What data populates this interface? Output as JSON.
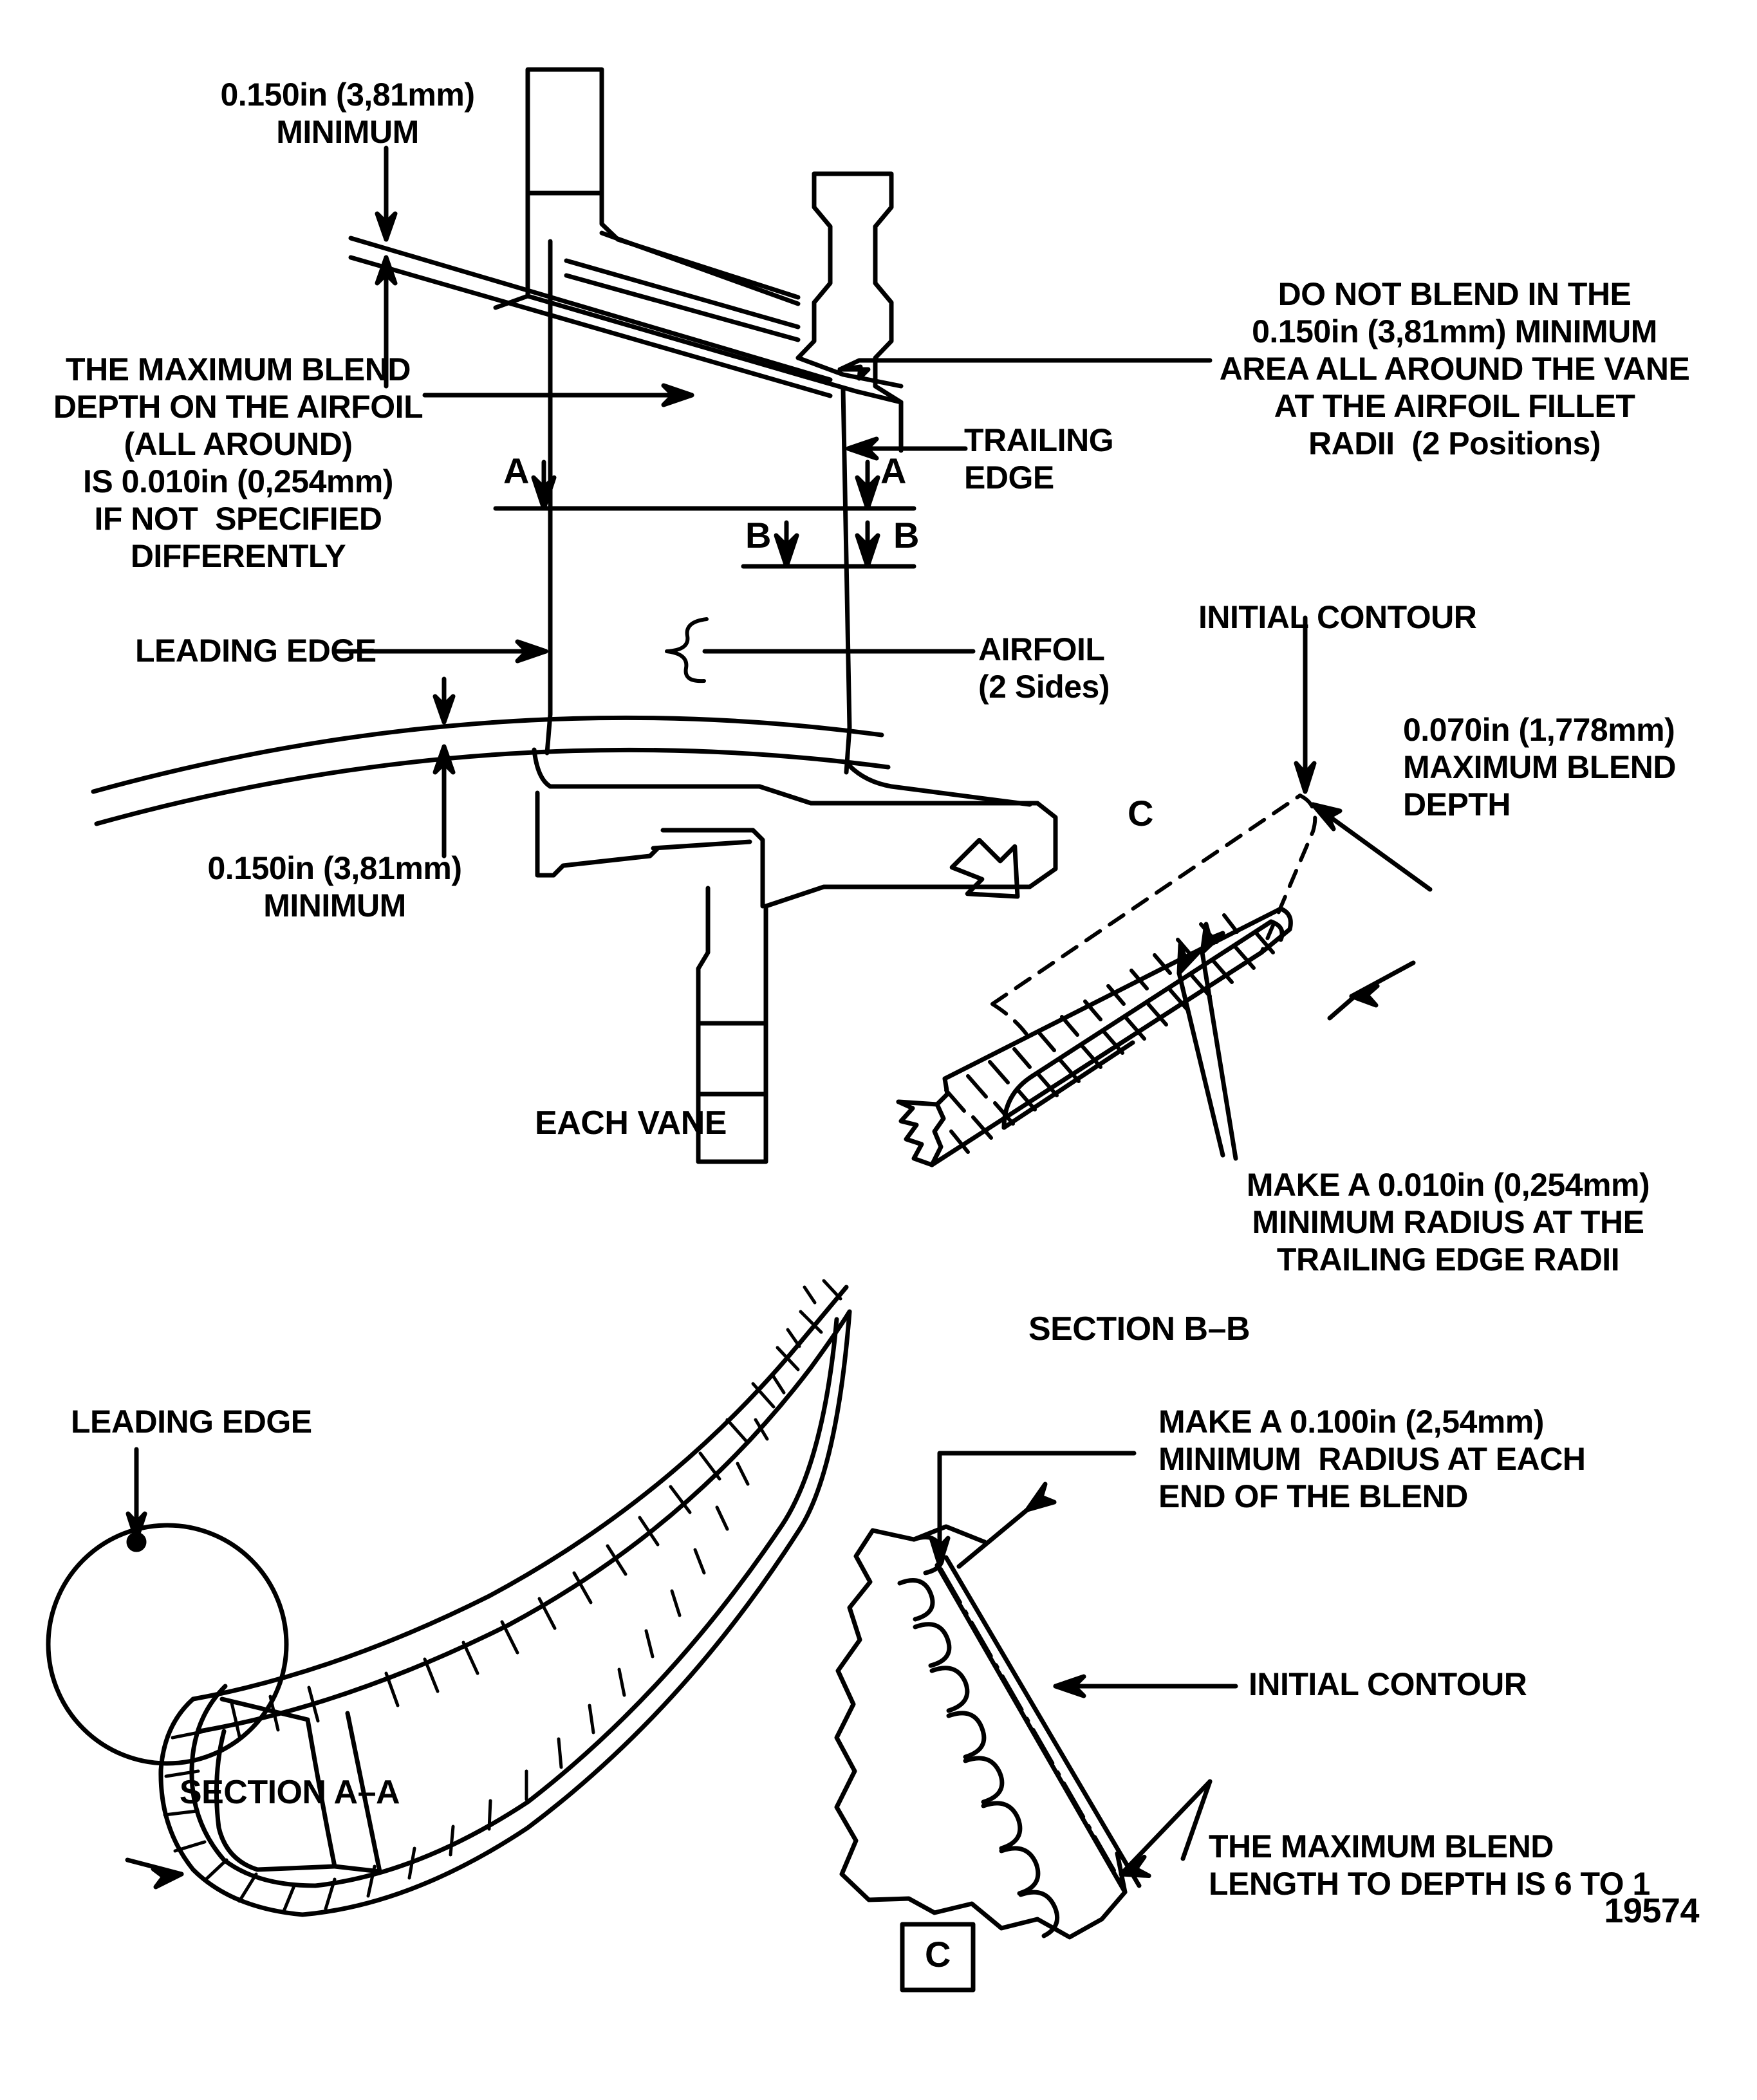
{
  "figure": {
    "number": "19574",
    "main_view_caption": "EACH VANE"
  },
  "notes": {
    "top_left_dim": "0.150in (3,81mm)\nMINIMUM",
    "max_blend_depth": "THE MAXIMUM BLEND\nDEPTH ON THE AIRFOIL\n(ALL AROUND)\nIS 0.010in (0,254mm)\nIF NOT  SPECIFIED\nDIFFERENTLY",
    "bottom_left_dim": "0.150in (3,81mm)\nMINIMUM",
    "do_not_blend": "DO NOT BLEND IN THE\n0.150in (3,81mm) MINIMUM\nAREA ALL AROUND THE VANE\nAT THE AIRFOIL FILLET\nRADII  (2 Positions)",
    "initial_contour_bb": "INITIAL CONTOUR",
    "max_blend_depth_070": "0.070in (1,778mm)\nMAXIMUM BLEND\nDEPTH",
    "te_radius": "MAKE A 0.010in (0,254mm)\nMINIMUM RADIUS AT THE\nTRAILING EDGE RADII",
    "blend_end_radius": "MAKE A 0.100in (2,54mm)\nMINIMUM  RADIUS AT EACH\nEND OF THE BLEND",
    "initial_contour_c": "INITIAL CONTOUR",
    "blend_ratio": "THE MAXIMUM BLEND\nLENGTH TO DEPTH IS 6 TO 1"
  },
  "callouts": {
    "leading_edge_main": "LEADING EDGE",
    "trailing_edge": "TRAILING\nEDGE",
    "airfoil": "AIRFOIL\n(2 Sides)",
    "leading_edge_section_a": "LEADING EDGE"
  },
  "section_marks": {
    "a_left": "A",
    "a_right": "A",
    "b_left": "B",
    "b_right": "B",
    "view_c_arrow": "C",
    "view_c_box": "C"
  },
  "section_labels": {
    "section_bb": "SECTION B–B",
    "section_aa": "SECTION A–A"
  },
  "colors": {
    "ink": "#000000",
    "paper": "#ffffff"
  }
}
